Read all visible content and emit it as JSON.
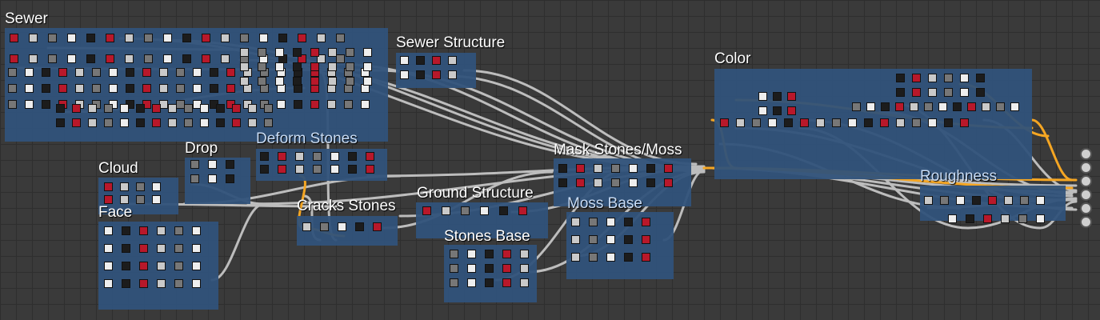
{
  "groups": [
    {
      "id": "sewer",
      "title": "Sewer"
    },
    {
      "id": "sewer-structure",
      "title": "Sewer Structure"
    },
    {
      "id": "cloud",
      "title": "Cloud"
    },
    {
      "id": "drop",
      "title": "Drop"
    },
    {
      "id": "deform-stones",
      "title": "Deform Stones"
    },
    {
      "id": "cracks-stones",
      "title": "Cracks Stones"
    },
    {
      "id": "face",
      "title": "Face"
    },
    {
      "id": "ground-structure",
      "title": "Ground Structure"
    },
    {
      "id": "stones-base",
      "title": "Stones Base"
    },
    {
      "id": "mask-stones-moss",
      "title": "Mask Stones/Moss"
    },
    {
      "id": "moss-base",
      "title": "Moss Base"
    },
    {
      "id": "color",
      "title": "Color"
    },
    {
      "id": "roughness",
      "title": "Roughness"
    }
  ],
  "colors": {
    "background": "#3a3a3a",
    "frame": "#30527a",
    "wire": "#bdbdbd",
    "wire_highlight": "#f5a623",
    "node_red": "#b8182a"
  }
}
